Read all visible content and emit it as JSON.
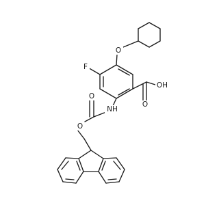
{
  "molecule": {
    "atoms": {
      "O_ether": "O",
      "F": "F",
      "OH": "OH",
      "O_carbonyl_acid": "O",
      "NH": "NH",
      "O_carbonyl_carbamate": "O",
      "O_carbamate": "O"
    }
  }
}
